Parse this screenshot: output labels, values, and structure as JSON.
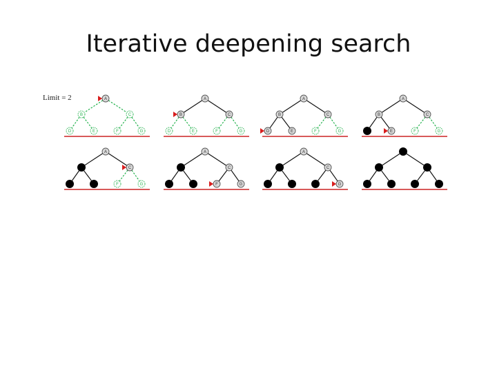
{
  "slide": {
    "title": "Iterative deepening search"
  },
  "diagram": {
    "limit_label": "Limit = 2",
    "node_labels": [
      "A",
      "B",
      "C",
      "D",
      "E",
      "F",
      "G"
    ],
    "colors": {
      "expanded": "#000000",
      "frontier_fill": "#d9d9d9",
      "frontier_stroke": "#555555",
      "unexplored": "#22b14c",
      "pointer": "#d81e1e",
      "ground": "#cc2222"
    },
    "steps": [
      {
        "nodes": [
          "frontier",
          "unexplored",
          "unexplored",
          "unexplored",
          "unexplored",
          "unexplored",
          "unexplored"
        ],
        "pointer": "A"
      },
      {
        "nodes": [
          "frontier",
          "frontier",
          "frontier",
          "unexplored",
          "unexplored",
          "unexplored",
          "unexplored"
        ],
        "pointer": "B"
      },
      {
        "nodes": [
          "frontier",
          "frontier",
          "frontier",
          "frontier",
          "frontier",
          "unexplored",
          "unexplored"
        ],
        "pointer": "D"
      },
      {
        "nodes": [
          "frontier",
          "frontier",
          "frontier",
          "expanded",
          "frontier",
          "unexplored",
          "unexplored"
        ],
        "pointer": "E"
      },
      {
        "nodes": [
          "frontier",
          "expanded",
          "frontier",
          "expanded",
          "expanded",
          "unexplored",
          "unexplored"
        ],
        "pointer": "C"
      },
      {
        "nodes": [
          "frontier",
          "expanded",
          "frontier",
          "expanded",
          "expanded",
          "frontier",
          "frontier"
        ],
        "pointer": "F"
      },
      {
        "nodes": [
          "frontier",
          "expanded",
          "frontier",
          "expanded",
          "expanded",
          "expanded",
          "frontier"
        ],
        "pointer": "G"
      },
      {
        "nodes": [
          "expanded",
          "expanded",
          "expanded",
          "expanded",
          "expanded",
          "expanded",
          "expanded"
        ],
        "pointer": ""
      }
    ]
  }
}
